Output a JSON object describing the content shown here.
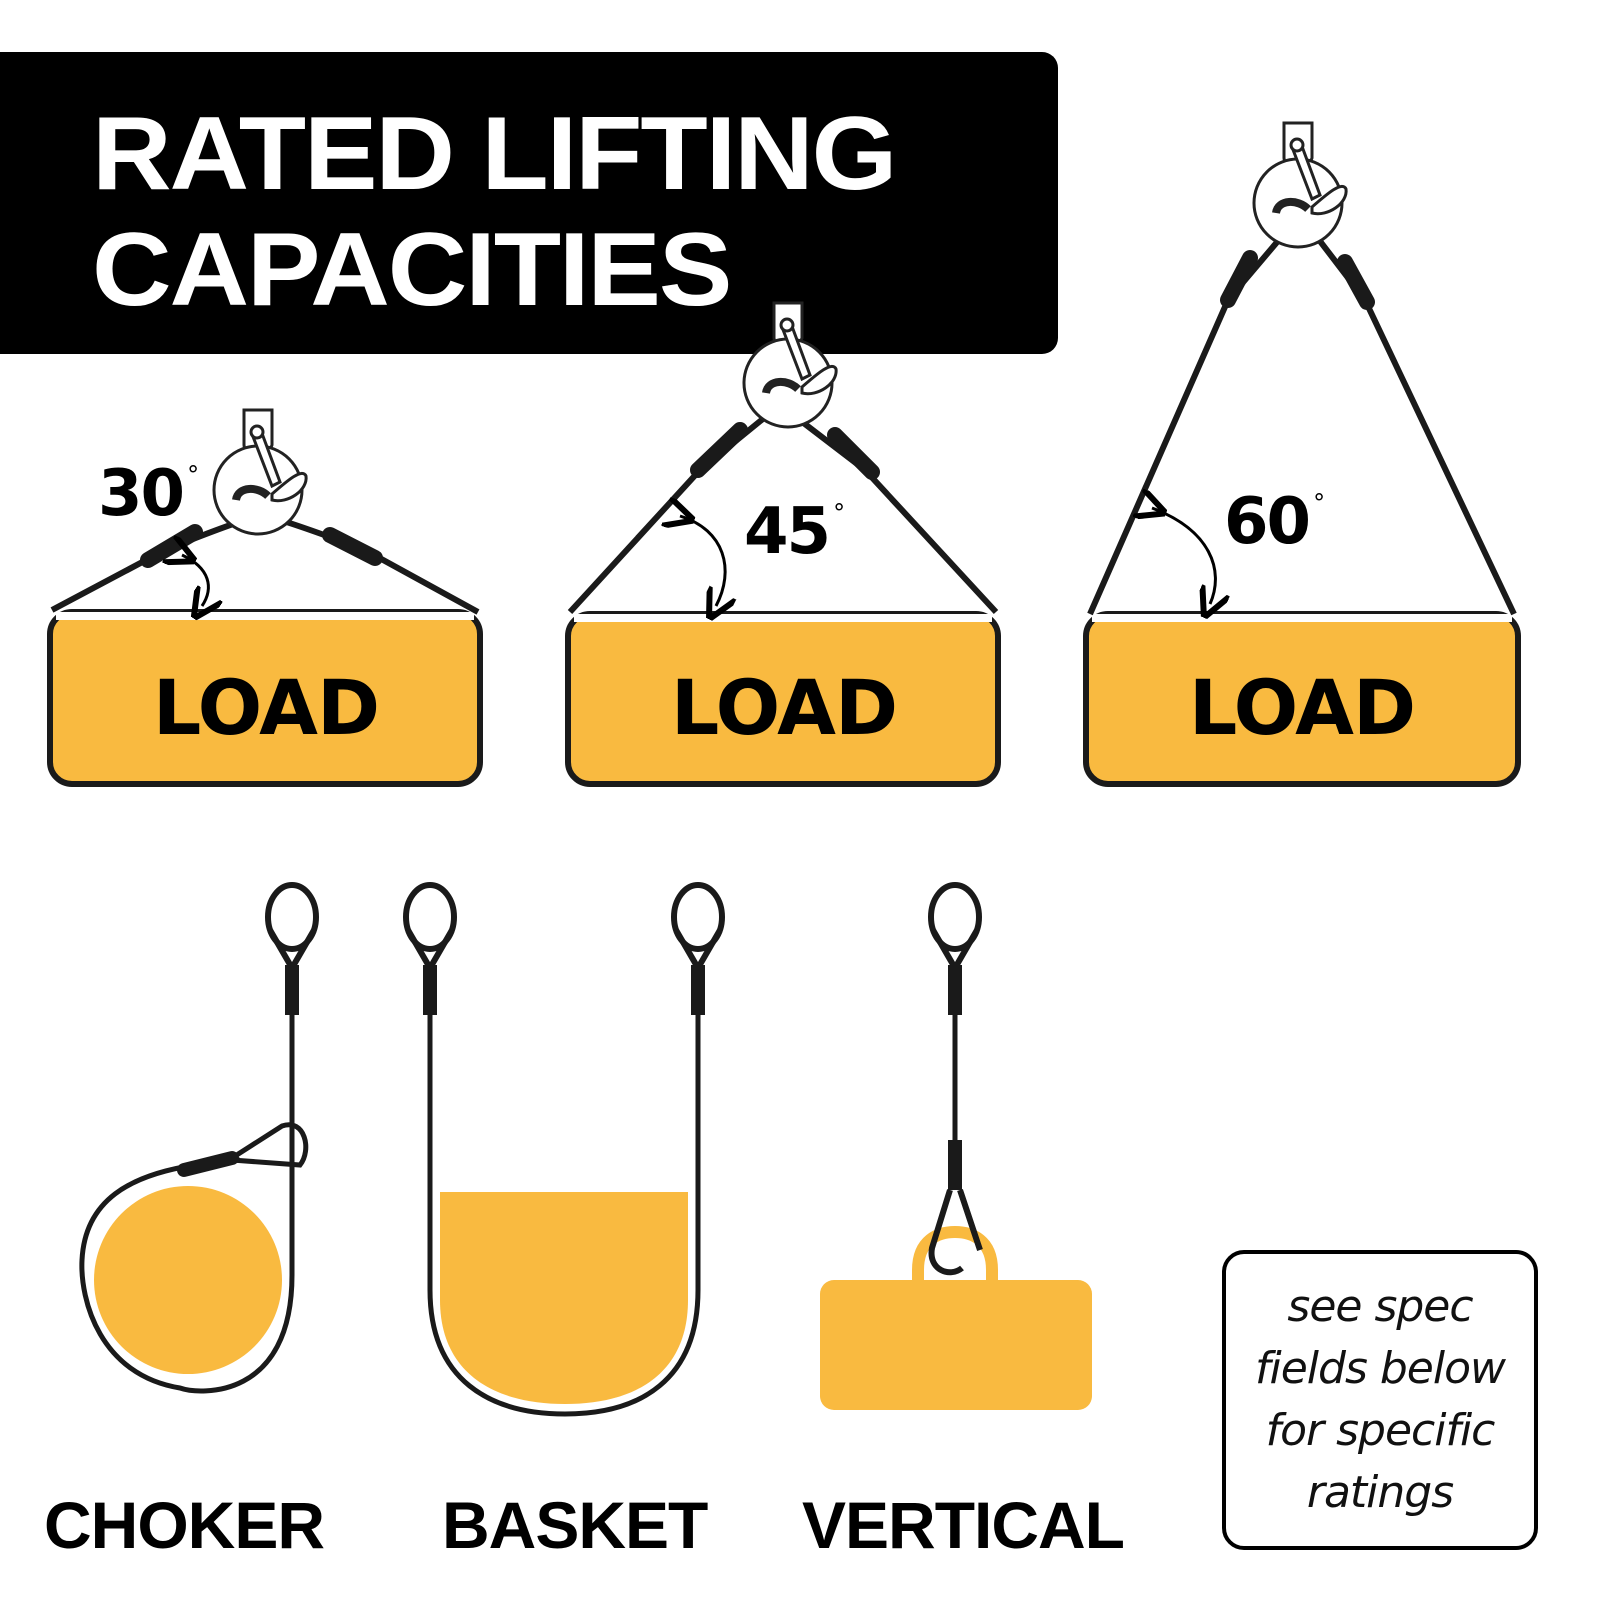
{
  "title": {
    "line1": "RATED LIFTING",
    "line2": "CAPACITIES"
  },
  "colors": {
    "load_fill": "#F9BA40",
    "stroke": "#1A1A1A",
    "title_bg": "#000000",
    "title_text": "#FFFFFF"
  },
  "sling_angles": [
    {
      "angle": "30",
      "degree_symbol": "°",
      "load_label": "LOAD"
    },
    {
      "angle": "45",
      "degree_symbol": "°",
      "load_label": "LOAD"
    },
    {
      "angle": "60",
      "degree_symbol": "°",
      "load_label": "LOAD"
    }
  ],
  "hitch_types": [
    {
      "label": "CHOKER"
    },
    {
      "label": "BASKET"
    },
    {
      "label": "VERTICAL"
    }
  ],
  "note": {
    "lines": [
      "see spec",
      "fields below",
      "for specific",
      "ratings"
    ]
  },
  "icons": [
    "crane-hook-icon",
    "angle-arrow-icon",
    "sling-eye-icon",
    "load-block-icon"
  ]
}
